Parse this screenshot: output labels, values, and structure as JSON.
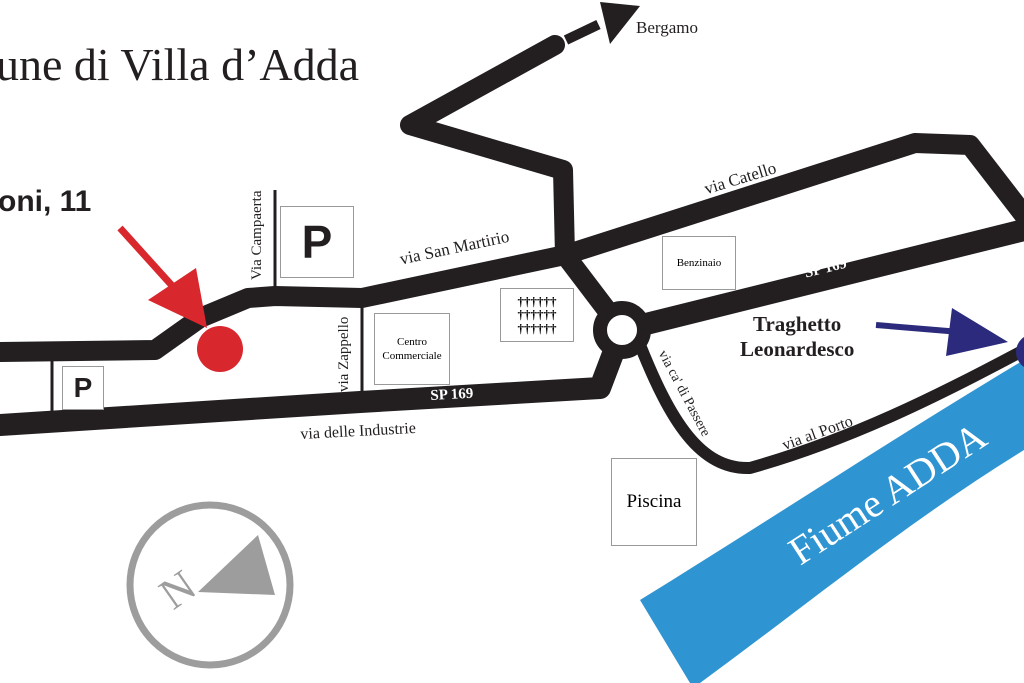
{
  "title": "une di Villa d’Adda",
  "address": "oni, 11",
  "destination": "Bergamo",
  "streets": {
    "via_campaerta": "Via Campaerta",
    "via_san_martirio": "via San Martirio",
    "via_catello": "via Catello",
    "via_zappello": "via Zappello",
    "sp169_lower": "SP 169",
    "sp169_right": "SP 169",
    "via_industrie": "via delle Industrie",
    "via_ca_di_passere": "via ca' di Passere",
    "via_al_porto": "via al Porto"
  },
  "places": {
    "parking": "P",
    "centro_commerciale": "Centro Commerciale",
    "benzinaio": "Benzinaio",
    "piscina": "Piscina",
    "cemetery_symbols": [
      "††††††",
      "††††††",
      "††††††"
    ]
  },
  "ferry": {
    "line1": "Traghetto",
    "line2": "Leonardesco"
  },
  "river": "Fiume ADDA",
  "compass": "N",
  "colors": {
    "road": "#231f20",
    "marker": "#d9272e",
    "river": "#2f94d2",
    "ferry_arrow": "#2b2a7c",
    "compass": "#9d9d9d"
  }
}
